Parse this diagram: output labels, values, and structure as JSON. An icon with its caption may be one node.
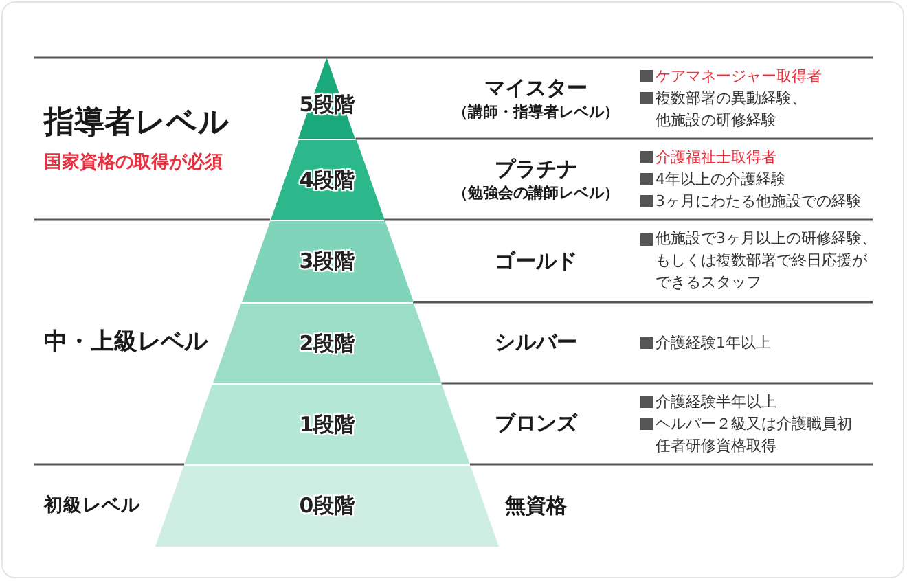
{
  "diagram": {
    "nodes": [
      {
        "text": [
          "5段階"
        ]
      },
      {
        "text": [
          "4段階"
        ]
      },
      {
        "text": [
          "3段階"
        ]
      },
      {
        "text": [
          "2段階"
        ]
      },
      {
        "text": [
          "1段階"
        ]
      },
      {
        "text": [
          "0段階"
        ]
      }
    ],
    "labels": [
      "指導者レベル",
      "国家資格の取得が必須",
      "マイスター",
      "（講師・指導者レベル）",
      "ケアマネージャー取得者",
      "複数部署の異動経験、他施設の研修経験",
      "プラチナ",
      "（勉強会の講師レベル）",
      "介護福祉士取得者",
      "4年以上の介護経験",
      "3ヶ月にわたる他施設での経験",
      "中・上級レベル",
      "ゴールド",
      "他施設で3ヶ月以上の研修経験、もしくは複数部署で終日応援ができるスタッフ",
      "シルバー",
      "介護経験1年以上",
      "ブロンズ",
      "介護経験半年以上",
      "ヘルパー２級又は介護職員初任者研修資格取得",
      "初級レベル",
      "無資格"
    ]
  }
}
